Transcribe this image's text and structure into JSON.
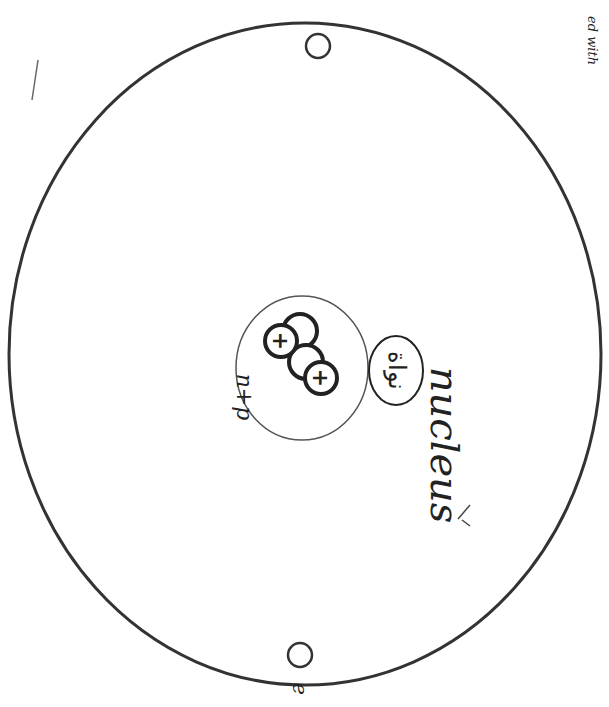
{
  "diagram": {
    "nodes": [
      {
        "text": [
          "نواة"
        ]
      },
      {
        "text": [
          "+"
        ]
      },
      {
        "text": [
          "+"
        ]
      }
    ],
    "labels": [
      "nucleus",
      "n+p",
      "e",
      "ed with"
    ]
  }
}
